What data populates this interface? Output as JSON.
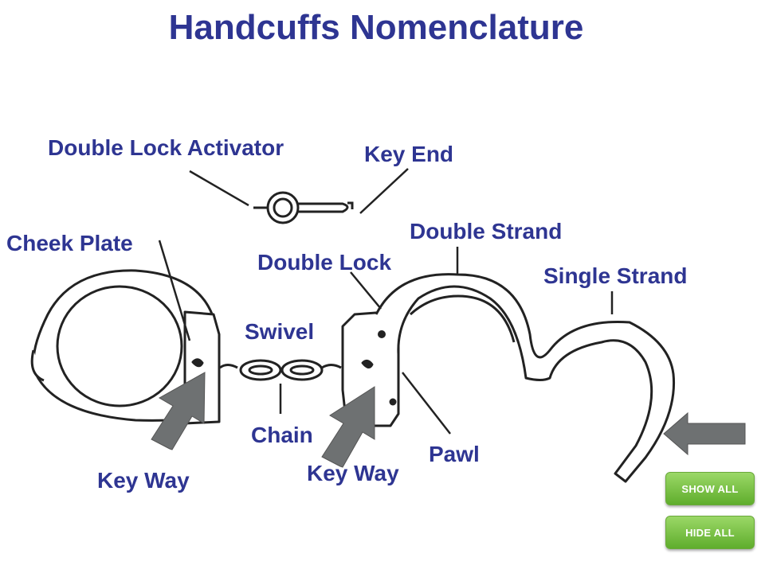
{
  "title": "Handcuffs Nomenclature",
  "labels": {
    "double_lock_activator": "Double Lock Activator",
    "key_end": "Key End",
    "double_strand": "Double Strand",
    "cheek_plate": "Cheek Plate",
    "double_lock": "Double Lock",
    "single_strand": "Single Strand",
    "swivel": "Swivel",
    "chain": "Chain",
    "pawl": "Pawl",
    "key_way_left": "Key Way",
    "key_way_right": "Key Way"
  },
  "buttons": {
    "show_all": "SHOW ALL",
    "hide_all": "HIDE ALL"
  },
  "colors": {
    "title": "#2e3592",
    "arrow": "#6e7172",
    "button": "#78c043"
  }
}
